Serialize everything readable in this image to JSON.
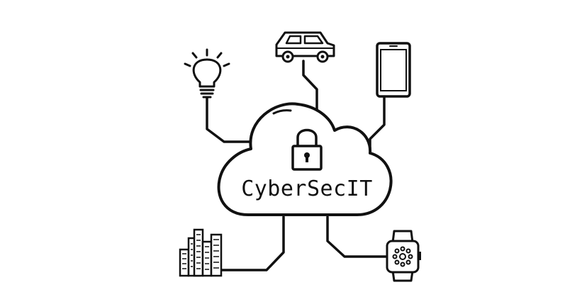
{
  "diagram": {
    "center_label": "CyberSecIT",
    "nodes": [
      {
        "name": "light-bulb",
        "icon": "light-bulb-icon"
      },
      {
        "name": "car",
        "icon": "car-icon"
      },
      {
        "name": "smartphone",
        "icon": "smartphone-icon"
      },
      {
        "name": "city-buildings",
        "icon": "buildings-icon"
      },
      {
        "name": "smartwatch",
        "icon": "smartwatch-icon"
      }
    ],
    "center_icon": "padlock-icon",
    "colors": {
      "stroke": "#111111",
      "background": "#ffffff"
    }
  }
}
